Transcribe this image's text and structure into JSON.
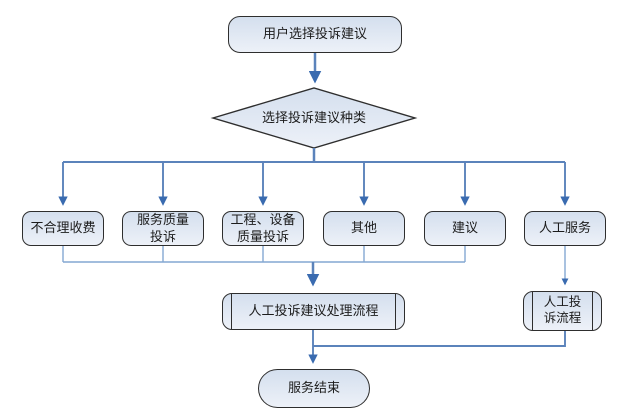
{
  "diagram": {
    "type": "flowchart",
    "nodes": {
      "start": {
        "shape": "terminator",
        "label": "用户选择投诉建议"
      },
      "decision": {
        "shape": "decision",
        "label": "选择投诉建议种类"
      },
      "branch1": {
        "shape": "rounded-box",
        "label": "不合理收费"
      },
      "branch2": {
        "shape": "rounded-box",
        "label": "服务质量\n投诉"
      },
      "branch3": {
        "shape": "rounded-box",
        "label": "工程、设备\n质量投诉"
      },
      "branch4": {
        "shape": "rounded-box",
        "label": "其他"
      },
      "branch5": {
        "shape": "rounded-box",
        "label": "建议"
      },
      "branch6": {
        "shape": "rounded-box",
        "label": "人工服务"
      },
      "process_main": {
        "shape": "predefined-process",
        "label": "人工投诉建议处理流程"
      },
      "process_manual": {
        "shape": "predefined-process",
        "label": "人工投\n诉流程"
      },
      "end": {
        "shape": "terminator",
        "label": "服务结束"
      }
    },
    "colors": {
      "node_fill_top": "#d4dfee",
      "node_fill_bottom": "#edf1f8",
      "node_border": "#2e2e2e",
      "connector": "#5b83bb",
      "connector_light": "#84a7d2",
      "arrowhead": "#3a6bb0",
      "text": "#1c1c1c"
    }
  }
}
